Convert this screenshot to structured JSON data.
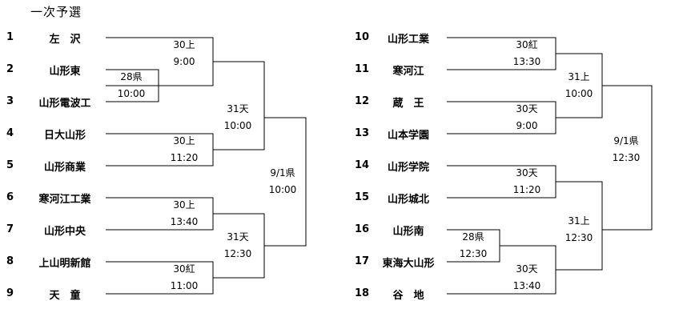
{
  "title": "一次予選",
  "left": {
    "teams": [
      {
        "num": "1",
        "name": "左　沢"
      },
      {
        "num": "2",
        "name": "山形東"
      },
      {
        "num": "3",
        "name": "山形電波工"
      },
      {
        "num": "4",
        "name": "日大山形"
      },
      {
        "num": "5",
        "name": "山形商業"
      },
      {
        "num": "6",
        "name": "寒河江工業"
      },
      {
        "num": "7",
        "name": "山形中央"
      },
      {
        "num": "8",
        "name": "上山明新館"
      },
      {
        "num": "9",
        "name": "天　童"
      }
    ],
    "matches": [
      {
        "venue": "28県",
        "time": "10:00"
      },
      {
        "venue": "30上",
        "time": "9:00"
      },
      {
        "venue": "30上",
        "time": "11:20"
      },
      {
        "venue": "30上",
        "time": "13:40"
      },
      {
        "venue": "30紅",
        "time": "11:00"
      },
      {
        "venue": "31天",
        "time": "10:00"
      },
      {
        "venue": "31天",
        "time": "12:30"
      },
      {
        "venue": "9/1県",
        "time": "10:00"
      }
    ]
  },
  "right": {
    "teams": [
      {
        "num": "10",
        "name": "山形工業"
      },
      {
        "num": "11",
        "name": "寒河江"
      },
      {
        "num": "12",
        "name": "蔵　王"
      },
      {
        "num": "13",
        "name": "山本学園"
      },
      {
        "num": "14",
        "name": "山形学院"
      },
      {
        "num": "15",
        "name": "山形城北"
      },
      {
        "num": "16",
        "name": "山形南"
      },
      {
        "num": "17",
        "name": "東海大山形"
      },
      {
        "num": "18",
        "name": "谷　地"
      }
    ],
    "matches": [
      {
        "venue": "30紅",
        "time": "13:30"
      },
      {
        "venue": "30天",
        "time": "9:00"
      },
      {
        "venue": "30天",
        "time": "11:20"
      },
      {
        "venue": "28県",
        "time": "12:30"
      },
      {
        "venue": "30天",
        "time": "13:40"
      },
      {
        "venue": "31上",
        "time": "10:00"
      },
      {
        "venue": "31上",
        "time": "12:30"
      },
      {
        "venue": "9/1県",
        "time": "12:30"
      }
    ]
  }
}
